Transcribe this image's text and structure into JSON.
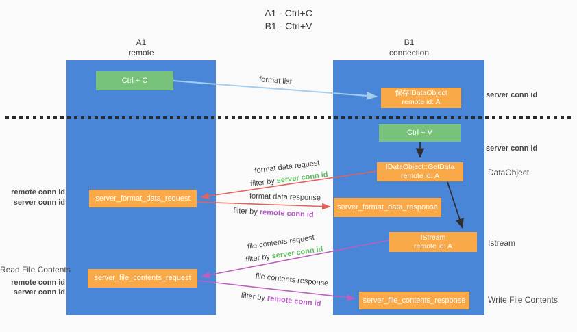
{
  "title": {
    "line1": "A1 - Ctrl+C",
    "line2": "B1 - Ctrl+V"
  },
  "lanes": {
    "left": {
      "name_line1": "A1",
      "name_line2": "remote"
    },
    "right": {
      "name_line1": "B1",
      "name_line2": "connection"
    }
  },
  "nodes": {
    "ctrl_c": {
      "label": "Ctrl + C"
    },
    "ctrl_v": {
      "label": "Ctrl + V"
    },
    "save_idataobject": {
      "line1": "保存IDataObject",
      "line2": "remote id: A"
    },
    "idataobject_getdata": {
      "line1": "IDataObject::GetData",
      "line2": "remote id: A"
    },
    "istream": {
      "line1": "IStream",
      "line2": "remote id: A"
    },
    "server_format_data_request": {
      "label": "server_format_data_request"
    },
    "server_format_data_response": {
      "label": "server_format_data_response"
    },
    "server_file_contents_request": {
      "label": "server_file_contents_request"
    },
    "server_file_contents_response": {
      "label": "server_file_contents_response"
    }
  },
  "arrow_labels": {
    "format_list": "format list",
    "format_data_request": "format data request",
    "format_data_response": "format data response",
    "file_contents_request": "file contents request",
    "file_contents_response": "file contents response",
    "filter_by": "filter by ",
    "server_conn_id": "server conn id",
    "remote_conn_id": "remote conn id"
  },
  "side_labels": {
    "server_conn_id_top": "server conn id",
    "server_conn_id_mid": "server conn id",
    "dataobject": "DataObject",
    "istream": "Istream",
    "write_file_contents": "Write File Contents",
    "read_file_contents": "Read File Contents",
    "remote_conn_id_1": "remote conn id",
    "server_conn_id_1": "server conn id",
    "remote_conn_id_2": "remote conn id",
    "server_conn_id_2": "server conn id"
  },
  "colors": {
    "lane_blue": "#4a86d8",
    "node_orange": "#f9a947",
    "node_green": "#79c27c",
    "arrow_light_blue": "#a5cdee",
    "arrow_red": "#e2635d",
    "arrow_magenta": "#bd5fbe",
    "arrow_black": "#2f2f2f",
    "text_green": "#5fbf63",
    "text_purple": "#b55bc4",
    "background": "#fafafa"
  }
}
